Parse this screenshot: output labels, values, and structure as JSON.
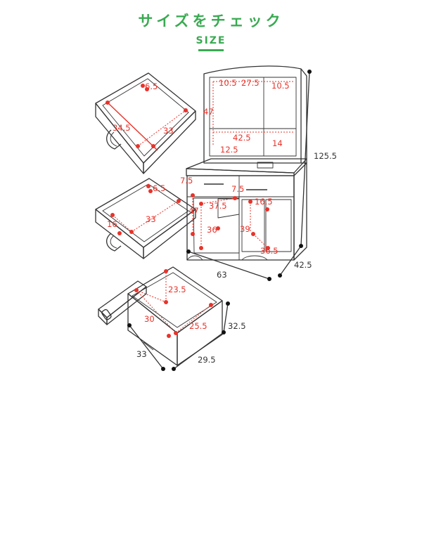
{
  "header": {
    "title": "サイズをチェック",
    "subtitle": "SIZE",
    "accent_color": "#3aaa52"
  },
  "dimension_color": "#e8332a",
  "dimensions": {
    "top_drawer": {
      "depth": "34.5",
      "width": "33",
      "height": "6.5"
    },
    "middle_drawer": {
      "depth": "16",
      "width": "33",
      "height": "6.5"
    },
    "bin": {
      "height": "23.5",
      "inner_depth": "30",
      "inner_width": "25.5",
      "depth": "33",
      "width": "29.5",
      "total_height": "32.5"
    },
    "cabinet": {
      "shelf_left_width": "10.5",
      "shelf_center_width": "27.5",
      "shelf_right_width": "10.5",
      "mirror_height": "47",
      "shelf_width": "42.5",
      "shelf_lower_height": "12.5",
      "shelf_depth": "14",
      "total_height": "125.5",
      "drawer_left_height": "7.5",
      "drawer_right_height": "7.5",
      "knee_space_width": "37.5",
      "knee_space_height": "47",
      "knee_space_depth": "36",
      "cabinet_inner_width": "16.5",
      "cabinet_inner_height": "39",
      "cabinet_inner_depth": "36.5",
      "total_width": "63",
      "total_depth": "42.5"
    }
  }
}
